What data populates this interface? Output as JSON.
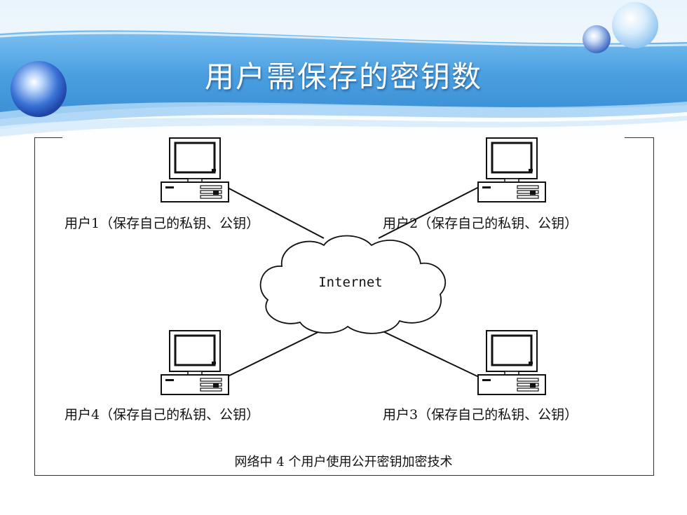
{
  "title": "用户需保存的密钥数",
  "diagram": {
    "cloud_label": "Internet",
    "users": [
      {
        "label": "用户1（保存自己的私钥、公钥）"
      },
      {
        "label": "用户2（保存自己的私钥、公钥）"
      },
      {
        "label": "用户4（保存自己的私钥、公钥）"
      },
      {
        "label": "用户3（保存自己的私钥、公钥）"
      }
    ],
    "caption": "网络中 4 个用户使用公开密钥加密技术"
  },
  "colors": {
    "banner_blue": "#4a9fe0",
    "banner_light": "#bfe0fa",
    "orb_blue": "#2b63c8"
  },
  "icons": [
    "computer-icon",
    "cloud-icon",
    "orb-decoration"
  ]
}
